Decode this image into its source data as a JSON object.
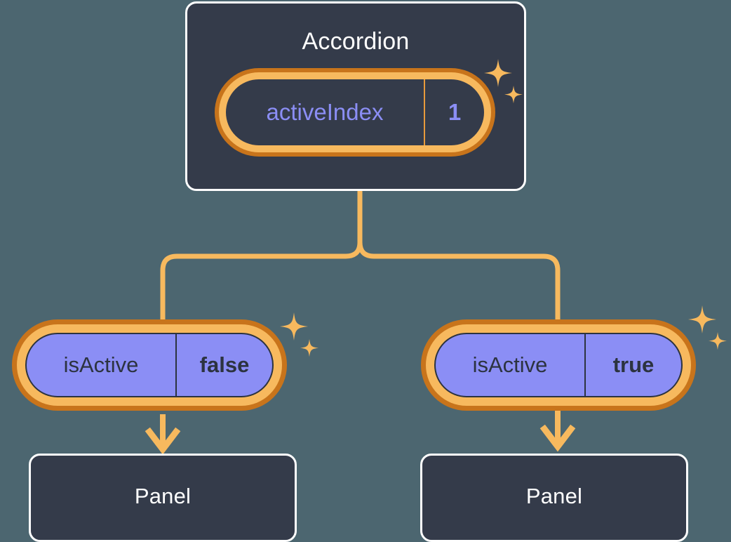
{
  "diagram": {
    "title_text": "Accordion",
    "background_color": "#4c6670"
  },
  "colors": {
    "surface_dark": "#343b4a",
    "border_white": "#ffffff",
    "accent_amber": "#f7b95e",
    "accent_amber_dark": "#c8741b",
    "value_purple": "#8b8ef5",
    "text_dark": "#2c3340"
  },
  "nodes": {
    "accordion": {
      "label": "Accordion",
      "state": {
        "key": "activeIndex",
        "value": "1"
      }
    },
    "children": [
      {
        "state": {
          "key": "isActive",
          "value": "false"
        },
        "panel_label": "Panel"
      },
      {
        "state": {
          "key": "isActive",
          "value": "true"
        },
        "panel_label": "Panel"
      }
    ]
  },
  "icons": {
    "sparkle_large": "sparkle-icon",
    "sparkle_small": "sparkle-small-icon",
    "arrow": "arrow-down-icon"
  }
}
